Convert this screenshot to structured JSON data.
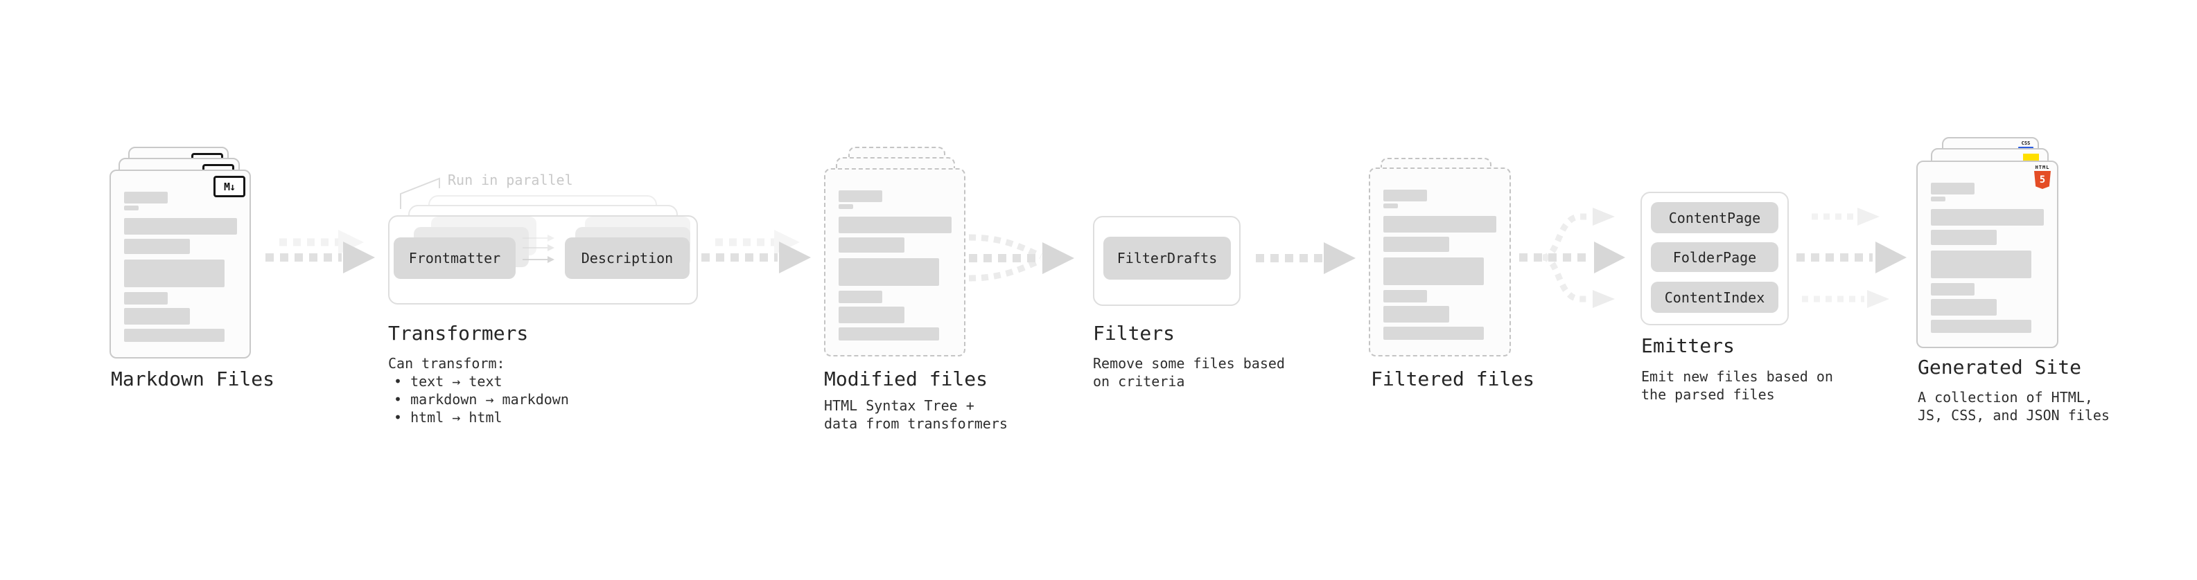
{
  "diagram": {
    "stages": [
      {
        "id": "markdown-files",
        "title": "Markdown Files",
        "badge": "M↓"
      },
      {
        "id": "transformers",
        "title": "Transformers",
        "annotation": "Run in parallel",
        "boxes": [
          "Frontmatter",
          "Description"
        ],
        "description_lines": [
          "Can transform:"
        ],
        "bullets": [
          "• text → text",
          "• markdown → markdown",
          "• html → html"
        ]
      },
      {
        "id": "modified-files",
        "title": "Modified files",
        "description_lines": [
          "HTML Syntax Tree +",
          "data from transformers"
        ]
      },
      {
        "id": "filters",
        "title": "Filters",
        "boxes": [
          "FilterDrafts"
        ],
        "description_lines": [
          "Remove some files based",
          "on criteria"
        ]
      },
      {
        "id": "filtered-files",
        "title": "Filtered files"
      },
      {
        "id": "emitters",
        "title": "Emitters",
        "boxes": [
          "ContentPage",
          "FolderPage",
          "ContentIndex"
        ],
        "description_lines": [
          "Emit new files based on",
          "the parsed files"
        ]
      },
      {
        "id": "generated-site",
        "title": "Generated Site",
        "description_lines": [
          "A collection of HTML,",
          "JS, CSS, and JSON files"
        ],
        "badges": {
          "html_label": "HTML",
          "html_number": "5",
          "css_label": "CSS"
        }
      }
    ],
    "colors": {
      "html5_orange": "#e44d26",
      "css_blue": "#2b5ce0",
      "js_yellow": "#ffdf00",
      "placeholder_bar_gray": "#d9d9d9",
      "button_gray": "#d9d9d9",
      "annotation_gray": "#c8c8c8",
      "arrow_gray": "#d7d7d7"
    }
  }
}
